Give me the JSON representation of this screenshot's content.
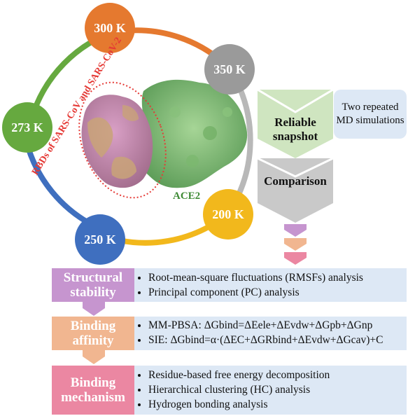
{
  "temperatures": [
    "300 K",
    "350 K",
    "273 K",
    "250 K",
    "200 K"
  ],
  "rbd_label": "RBDs of SARS-CoV and SARS-CoV-2",
  "ace2_label": "ACE2",
  "side_note": "Two repeated MD simulations",
  "reliable_snapshot": "Reliable snapshot",
  "comparison": "Comparison",
  "sections": [
    {
      "title": "Structural stability",
      "items": [
        "Root-mean-square fluctuations (RMSFs) analysis",
        "Principal component (PC) analysis"
      ]
    },
    {
      "title": "Binding affinity",
      "mmpbsa_label": "MM-PBSA:",
      "mmpbsa_eq": "ΔGbind=ΔEele+ΔEvdw+ΔGpb+ΔGnp",
      "sie_label": "SIE:",
      "sie_eq": "ΔGbind=α·(ΔEC+ΔGRbind+ΔEvdw+ΔGcav)+C"
    },
    {
      "title": "Binding mechanism",
      "items": [
        "Residue-based free energy decomposition",
        "Hierarchical clustering (HC) analysis",
        "Hydrogen bonding analysis"
      ]
    }
  ],
  "colors": {
    "orange": "#e5792f",
    "gray": "#9a9a9a",
    "green": "#66a93f",
    "blue": "#3f6fbf",
    "yellow": "#f2b81c",
    "purple": "#c695cf",
    "peach": "#f1b690",
    "pink": "#eb87a2",
    "light_green": "#cfe5c0",
    "light_gray": "#c9c9c9",
    "light_blue": "#dde8f5"
  }
}
